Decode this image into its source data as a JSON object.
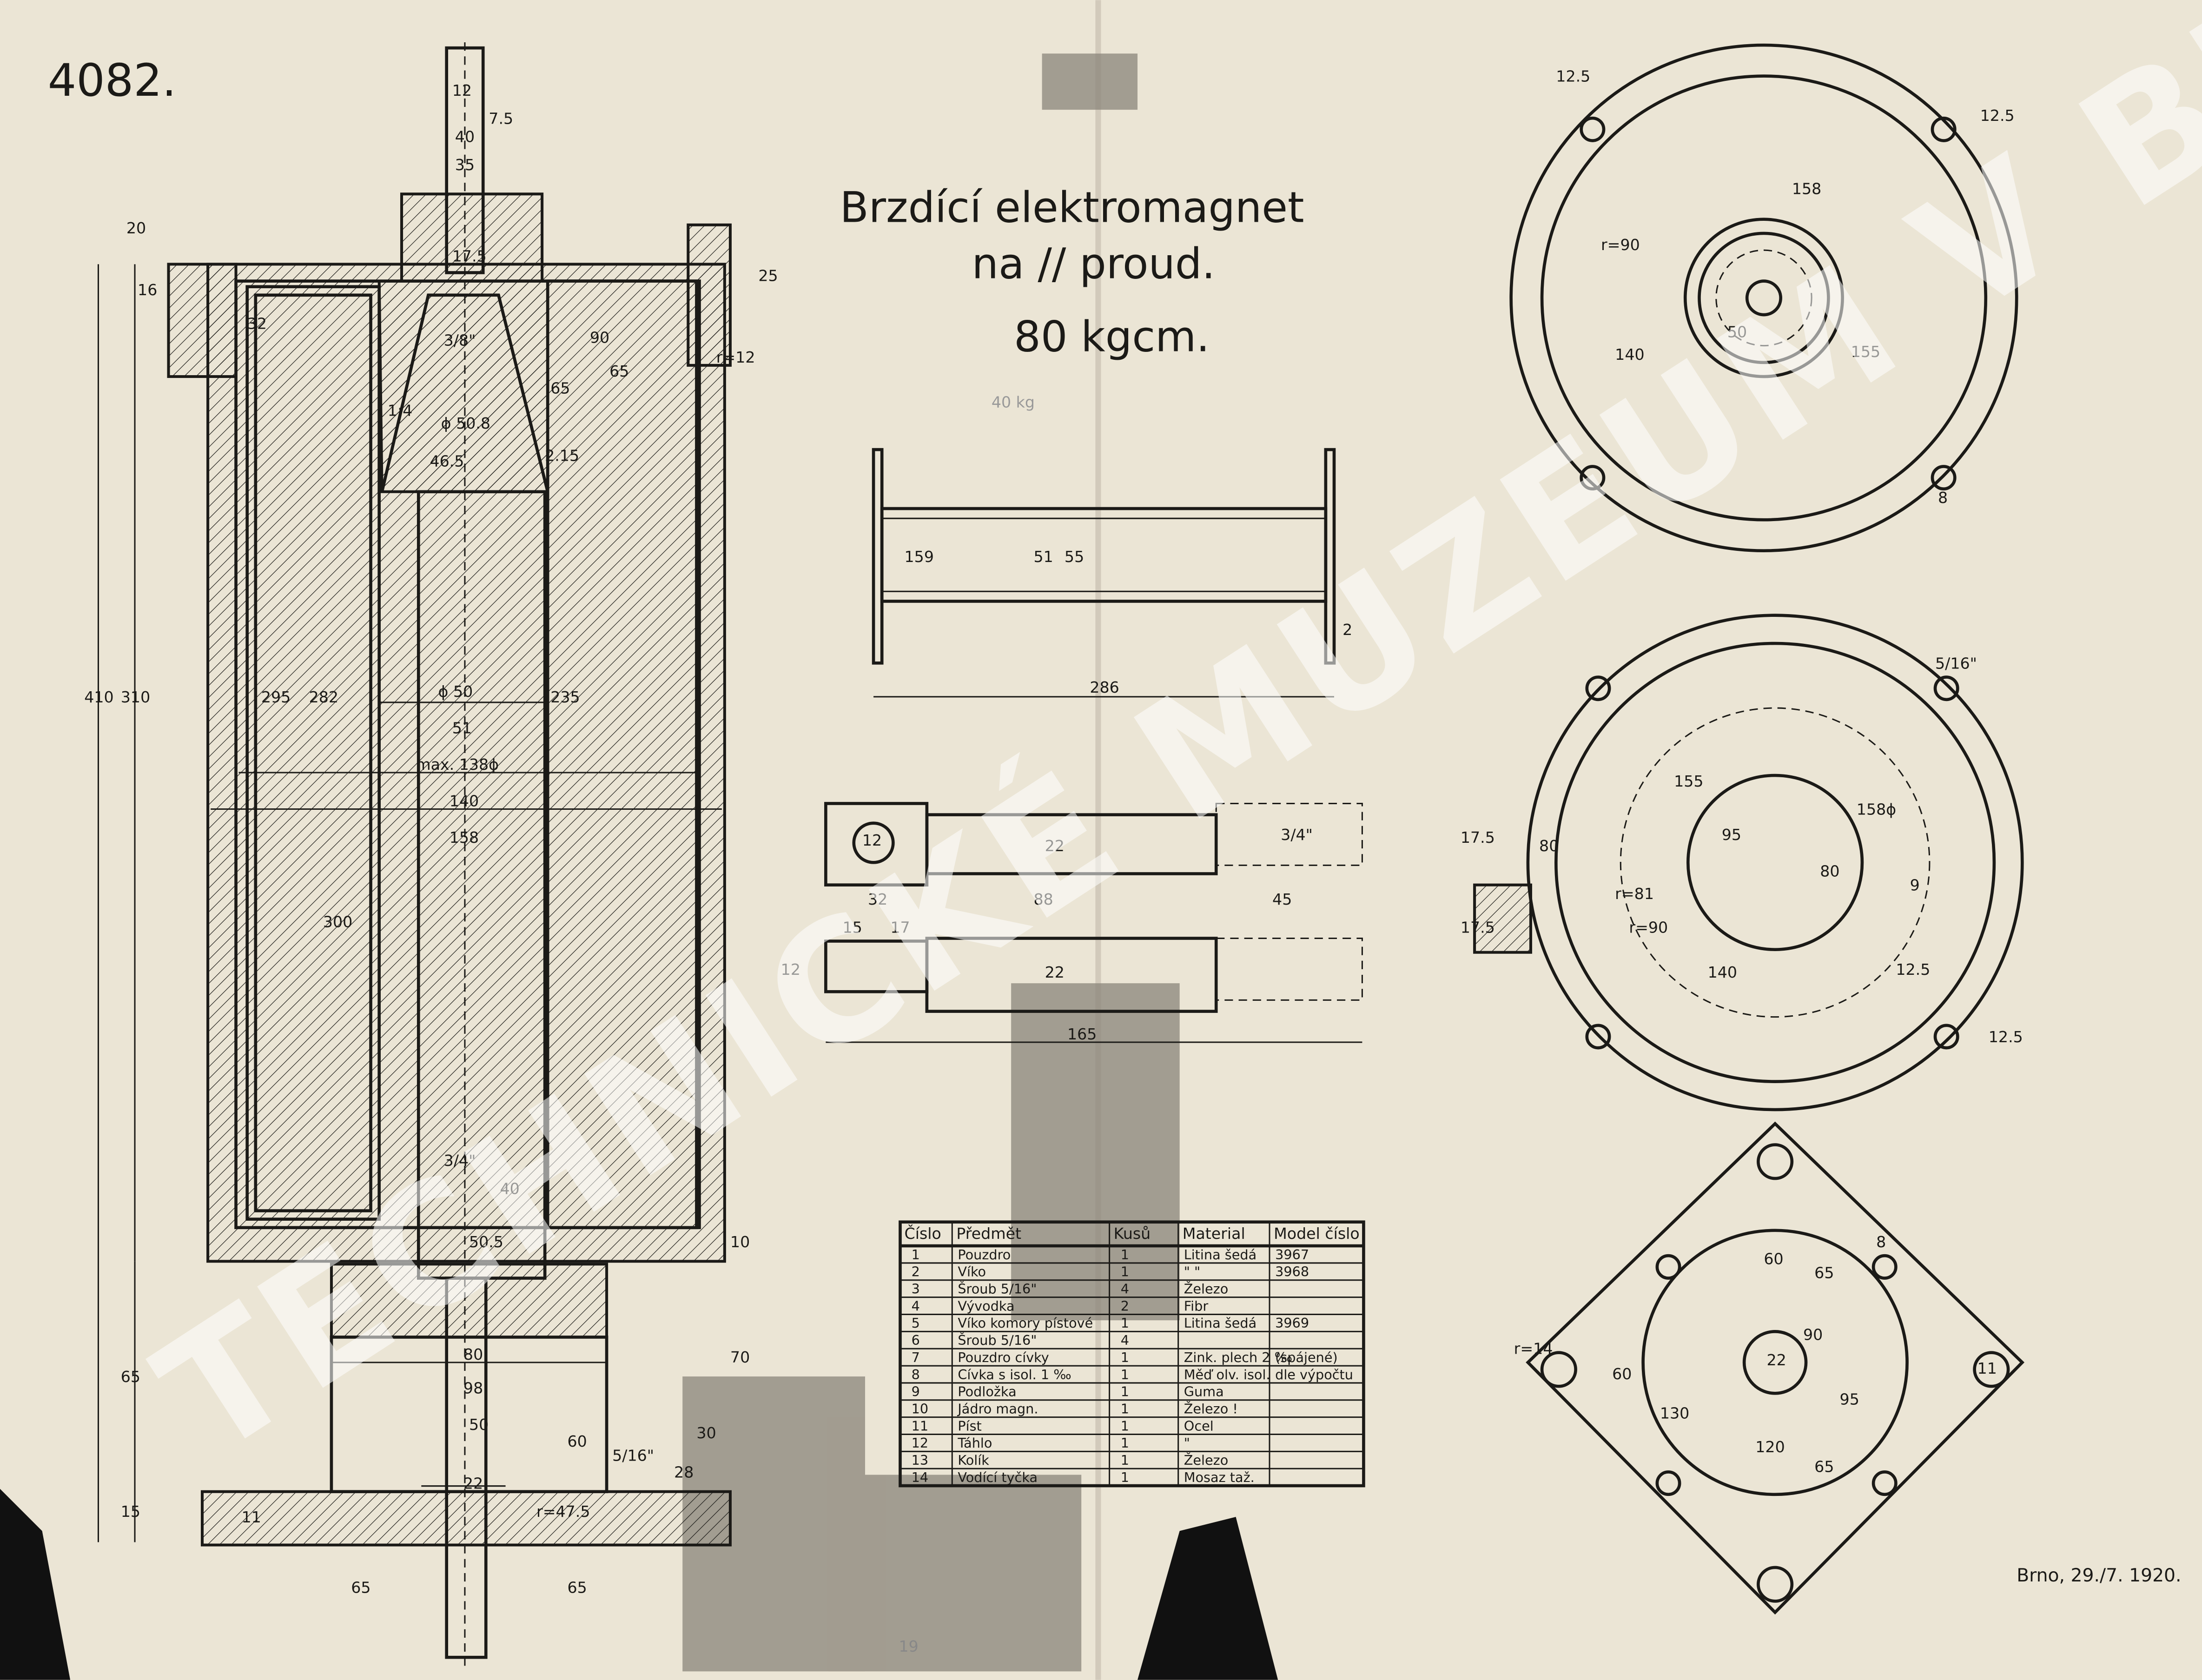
{
  "drawing_number": "4082.",
  "title": {
    "line1": "Brzdící elektromagnet",
    "line2": "na // proud.",
    "line3": "80 kgcm."
  },
  "pencil_note": "40 kg",
  "signature": "Brno, 29./7. 1920.",
  "bottom_note": "19",
  "watermark": "TECHNICKÉ MUZEUM V BRNĚ",
  "dims": {
    "d12": "12",
    "d40": "40",
    "d35": "35",
    "d75": "7.5",
    "d20": "20",
    "d175": "17.5",
    "d38": "3/8\"",
    "d14": "1:4",
    "d508": "ϕ 50.8",
    "d465": "46.5",
    "d215": "2.15",
    "d90": "90",
    "d65a": "65",
    "d65b": "65",
    "d410": "410",
    "d310": "310",
    "d295": "295",
    "d282": "282",
    "d50": "ϕ 50",
    "d51": "51",
    "dmax": "max. 138ϕ",
    "d140": "140",
    "d158": "158",
    "d235": "235",
    "d300": "300",
    "d34": "3/4\"",
    "d505": "50.5",
    "d80": "80",
    "d98": "98",
    "d50b": "50",
    "d22": "22",
    "d60": "60",
    "d65c": "65",
    "d65d": "65",
    "d65e": "65",
    "d70": "70",
    "d30": "30",
    "d28": "28",
    "d15": "15",
    "d16": "16",
    "d32": "32",
    "d25": "25",
    "d40b": "40",
    "dr12": "r=12",
    "dr475": "r=47.5",
    "d516": "5/16\"",
    "d11": "11",
    "d10": "10"
  },
  "spool_dims": {
    "h159": "159",
    "d51": "51",
    "d55": "55",
    "d286": "286",
    "d2": "2"
  },
  "rod_dims": {
    "d12": "12",
    "d22": "22",
    "d34": "3/4\"",
    "d32": "32",
    "d88": "88",
    "d45": "45",
    "d15": "15",
    "d17": "17",
    "d12b": "12",
    "d22b": "22",
    "d165": "165"
  },
  "round_dims": {
    "d125a": "12.5",
    "d125b": "12.5",
    "r90": "r=90",
    "d158": "158",
    "d140": "140",
    "d50": "50",
    "d155": "155",
    "d8": "8",
    "d516": "5/16\"",
    "d155b": "155",
    "d158b": "158ϕ",
    "d95": "95",
    "d80": "80",
    "d80b": "80",
    "d175a": "17.5",
    "d175b": "17.5",
    "d9": "9",
    "d125c": "12.5",
    "d125d": "12.5",
    "r81": "r=81",
    "r90b": "r=90",
    "d140b": "140"
  },
  "square_dims": {
    "r14": "r=14",
    "d60a": "60",
    "d65a": "65",
    "d8": "8",
    "d90": "90",
    "d22": "22",
    "d60b": "60",
    "d95": "95",
    "d130": "130",
    "d120": "120",
    "d65b": "65",
    "d11": "11"
  },
  "parts_table": {
    "headers": [
      "Číslo",
      "Předmět",
      "Kusů",
      "Material",
      "Model číslo"
    ],
    "rows": [
      [
        "1",
        "Pouzdro",
        "1",
        "Litina šedá",
        "3967"
      ],
      [
        "2",
        "Víko",
        "1",
        "\"   \"",
        "3968"
      ],
      [
        "3",
        "Šroub 5/16\"",
        "4",
        "Železo",
        ""
      ],
      [
        "4",
        "Vývodka",
        "2",
        "Fibr",
        ""
      ],
      [
        "5",
        "Víko komory pístové",
        "1",
        "Litina šedá",
        "3969"
      ],
      [
        "6",
        "Šroub 5/16\"",
        "4",
        "",
        ""
      ],
      [
        "7",
        "Pouzdro cívky",
        "1",
        "Zink. plech 2 ‰",
        "(spájené)"
      ],
      [
        "8",
        "Cívka s isol. 1 ‰",
        "1",
        "Měď olv. isol.",
        "dle výpočtu"
      ],
      [
        "9",
        "Podložka",
        "1",
        "Guma",
        ""
      ],
      [
        "10",
        "Jádro magn.",
        "1",
        "Železo !",
        ""
      ],
      [
        "11",
        "Píst",
        "1",
        "Ocel",
        ""
      ],
      [
        "12",
        "Táhlo",
        "1",
        "\"",
        ""
      ],
      [
        "13",
        "Kolík",
        "1",
        "Železo",
        ""
      ],
      [
        "14",
        "Vodící tyčka",
        "1",
        "Mosaz taž.",
        ""
      ]
    ]
  },
  "colors": {
    "paper": "#e9e3d3",
    "ink": "#1b1a17",
    "tape": "#8a847a"
  }
}
